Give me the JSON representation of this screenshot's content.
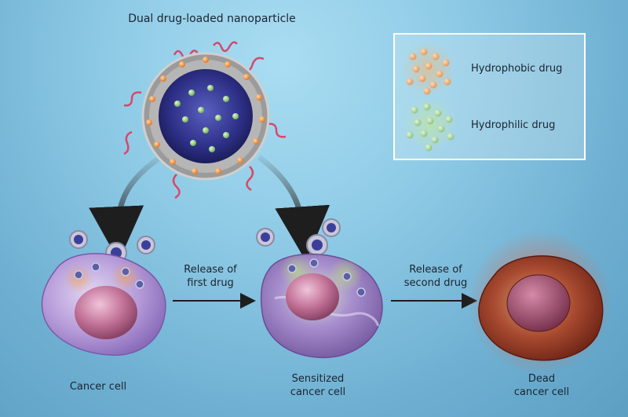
{
  "title": "Dual drug-loaded nanoparticle",
  "legend": {
    "hydrophobic_label": "Hydrophobic drug",
    "hydrophilic_label": "Hydrophilic drug",
    "hydrophobic_color": "#e8843a",
    "hydrophilic_color": "#7cc46a"
  },
  "steps": {
    "first": [
      "Release of",
      "first drug"
    ],
    "second": [
      "Release of",
      "second drug"
    ]
  },
  "cells": {
    "cancer": [
      "Cancer cell"
    ],
    "sensitized": [
      "Sensitized",
      "cancer cell"
    ],
    "dead": [
      "Dead",
      "cancer cell"
    ]
  },
  "colors": {
    "membrane": "#8f8f8f",
    "core": "#2f2f86",
    "peg": "#d9476a",
    "cancer_cell": "#b79ad6",
    "nucleus": "#c07094",
    "dead_cell": "#9b3a2a"
  }
}
